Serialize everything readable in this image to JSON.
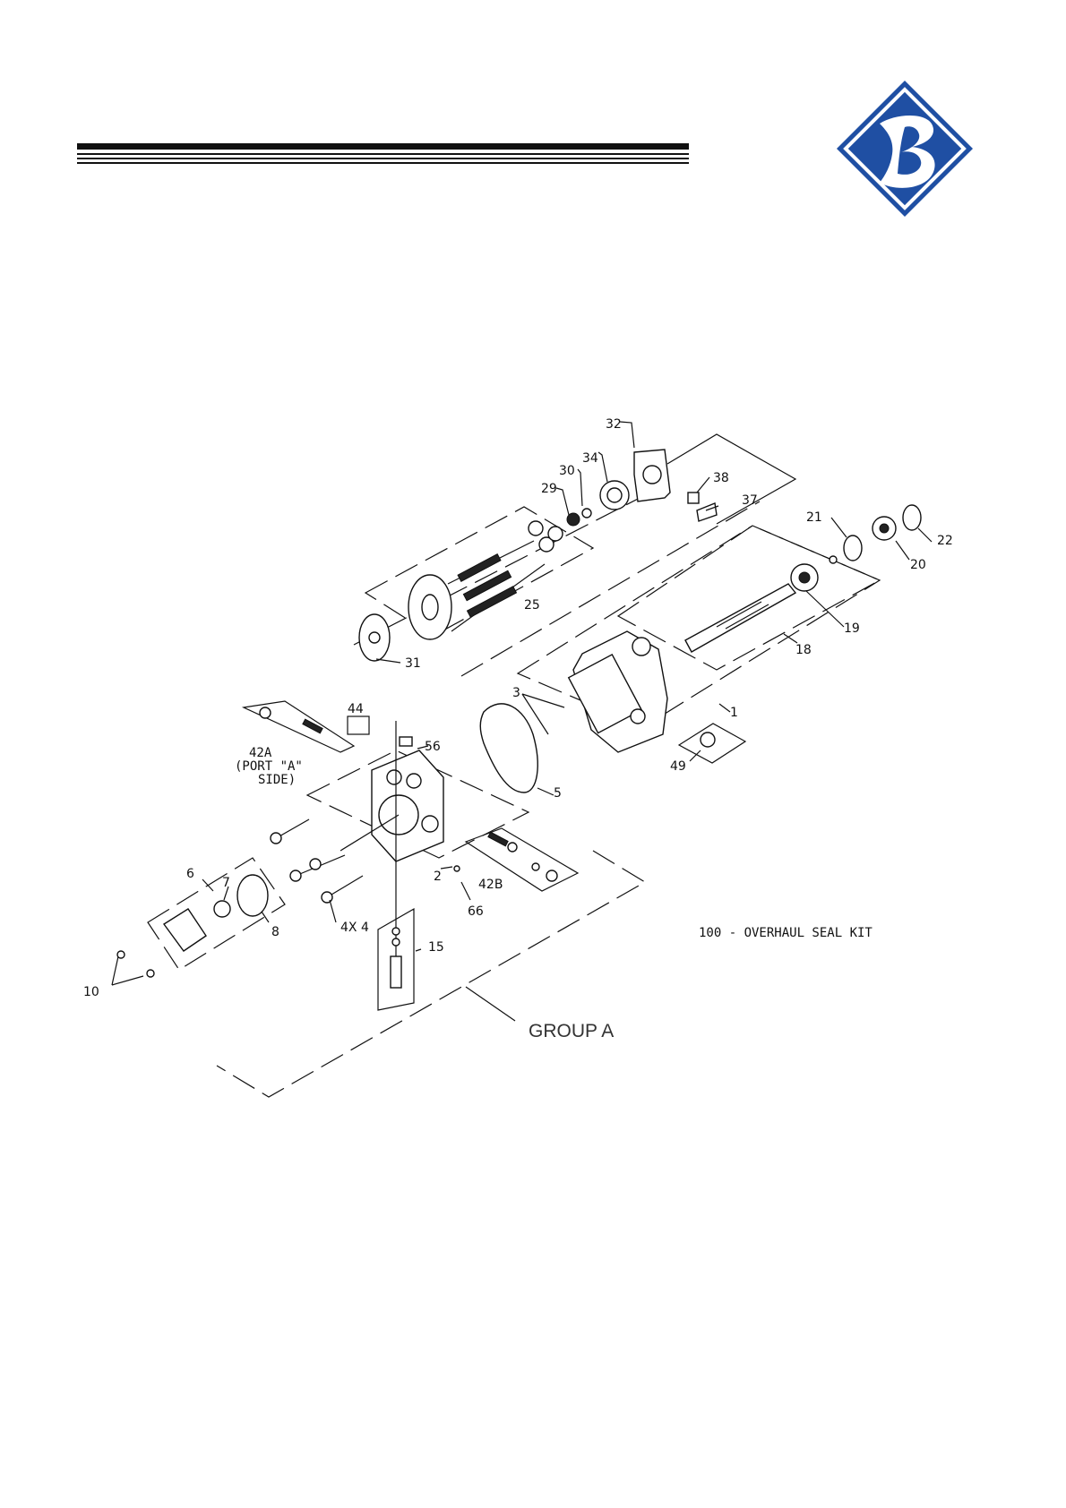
{
  "header": {
    "logo_icon": "brand-b-diamond-logo",
    "colors": {
      "logo_blue": "#1f4fa3",
      "rule": "#111111"
    }
  },
  "diagram": {
    "group_label": "GROUP A",
    "kit_note": "100 - OVERHAUL SEAL KIT",
    "port_note": [
      "42A",
      "(PORT \"A\"",
      "SIDE)"
    ],
    "callouts": [
      "32",
      "34",
      "30",
      "29",
      "38",
      "37",
      "21",
      "22",
      "20",
      "25",
      "19",
      "18",
      "31",
      "3",
      "1",
      "44",
      "56",
      "5",
      "49",
      "42B",
      "2",
      "66",
      "6",
      "7",
      "8",
      "4X 4",
      "15",
      "10"
    ]
  }
}
